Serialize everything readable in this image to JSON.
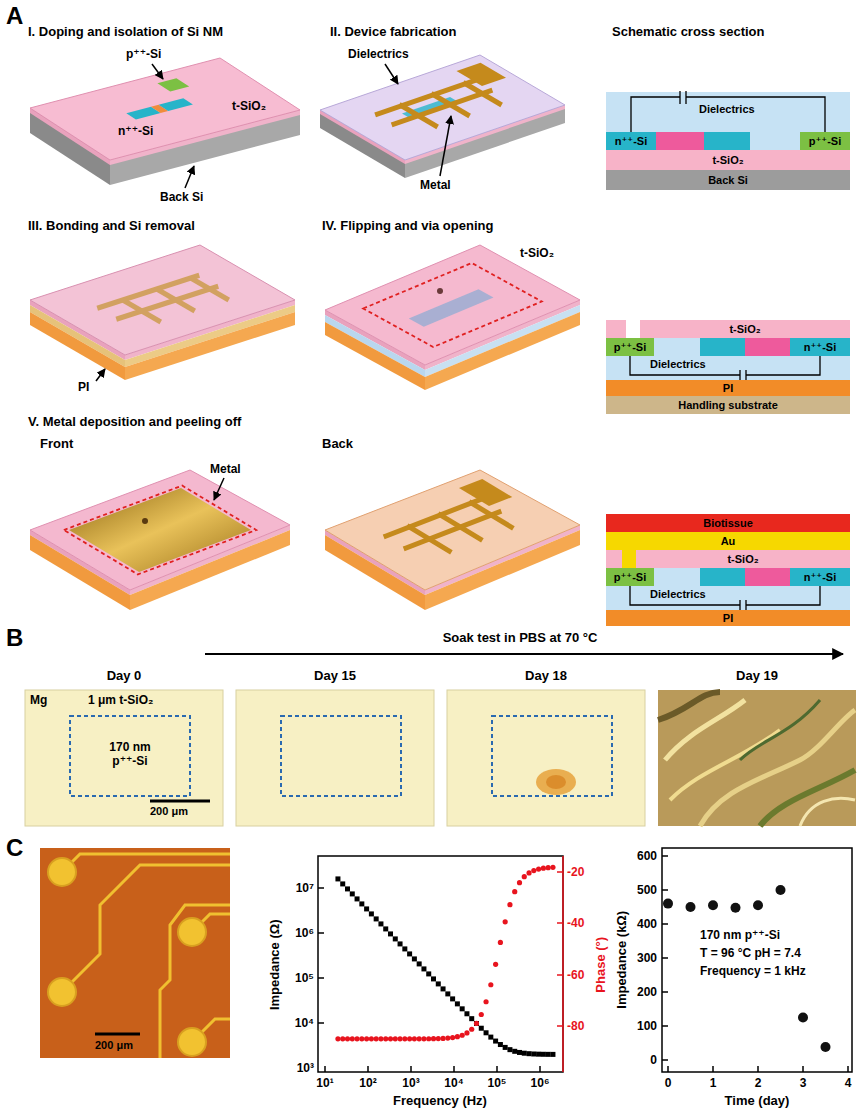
{
  "diagram": {
    "nodes": [
      {
        "text": [
          "Dielectrics"
        ]
      },
      {
        "text": [
          "n⁺⁺-Si"
        ],
        "in": 0
      },
      {
        "text": [
          "p⁺⁺-Si"
        ],
        "in": 0
      },
      {
        "text": [
          "t-SiO₂"
        ]
      },
      {
        "text": [
          "Back Si"
        ]
      },
      {
        "text": [
          "t-SiO₂"
        ]
      },
      {
        "text": [
          "Dielectrics"
        ]
      },
      {
        "text": [
          "p⁺⁺-Si"
        ],
        "in": 6
      },
      {
        "text": [
          "n⁺⁺-Si"
        ],
        "in": 6
      },
      {
        "text": [
          "PI"
        ]
      },
      {
        "text": [
          "Handling substrate"
        ]
      },
      {
        "text": [
          "Biotissue"
        ]
      },
      {
        "text": [
          "Au"
        ]
      },
      {
        "text": [
          "t-SiO₂"
        ]
      },
      {
        "text": [
          "Dielectrics"
        ]
      },
      {
        "text": [
          "p⁺⁺-Si"
        ],
        "in": 14
      },
      {
        "text": [
          "n⁺⁺-Si"
        ],
        "in": 14
      },
      {
        "text": [
          "PI"
        ]
      }
    ],
    "labels": [
      "A",
      "I. Doping and isolation of Si NM",
      "II. Device fabrication",
      "Schematic cross section",
      "p⁺⁺-Si",
      "t-SiO₂",
      "n⁺⁺-Si",
      "Back Si",
      "Dielectrics",
      "Metal",
      "III. Bonding and Si removal",
      "IV. Flipping and via opening",
      "PI",
      "t-SiO₂",
      "V. Metal deposition and peeling off",
      "Front",
      "Back",
      "Metal",
      "B",
      "Soak test in PBS at 70 °C",
      "Day 0",
      "Day 15",
      "Day 18",
      "Day 19",
      "Mg",
      "1 μm t-SiO₂",
      "170 nm p⁺⁺-Si",
      "200 μm",
      "C",
      "200 μm",
      "Impedance (Ω)",
      "Phase (°)",
      "Frequency (Hz)",
      "10⁷",
      "10⁶",
      "10⁵",
      "10⁴",
      "10³",
      "10¹",
      "10²",
      "10³",
      "10⁴",
      "10⁵",
      "10⁶",
      "-20",
      "-40",
      "-60",
      "-80",
      "Impedance (kΩ)",
      "Time (day)",
      "600",
      "500",
      "400",
      "300",
      "200",
      "100",
      "0",
      "0",
      "1",
      "2",
      "3",
      "4",
      "170 nm p⁺⁺-Si",
      "T = 96 °C pH = 7.4",
      "Frequency = 1 kHz"
    ]
  }
}
